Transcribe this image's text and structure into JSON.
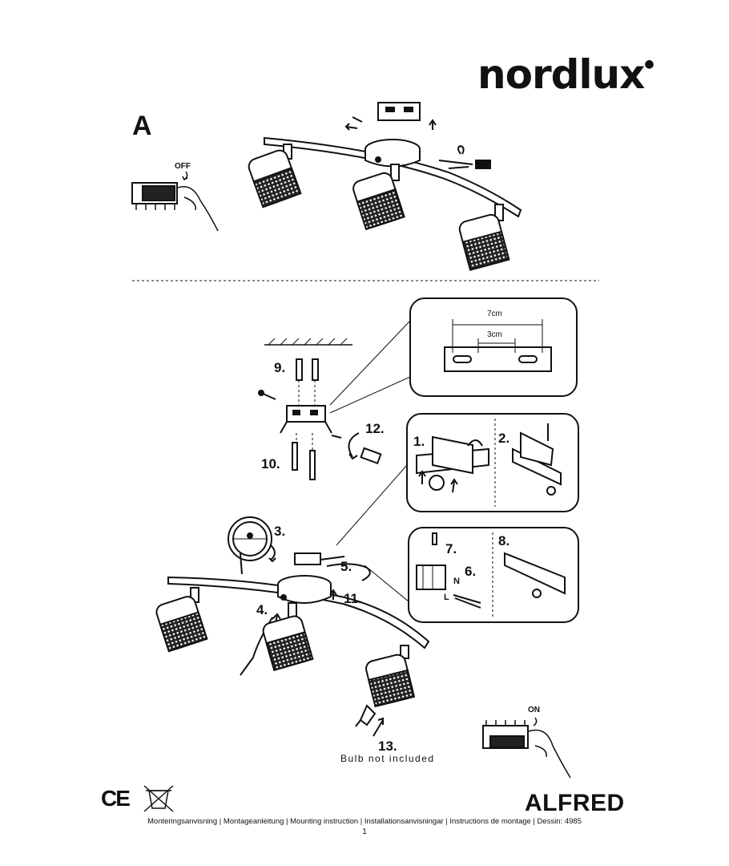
{
  "brand": "nordlux",
  "section_a": "A",
  "labels": {
    "off": "OFF",
    "on": "ON",
    "dim_7": "7cm",
    "dim_3": "3cm",
    "step_1": "1.",
    "step_2": "2.",
    "step_3": "3.",
    "step_4": "4.",
    "step_5": "5.",
    "step_6": "6.",
    "step_7": "7.",
    "step_8": "8.",
    "step_9": "9.",
    "step_10": "10.",
    "step_11": "11.",
    "step_12": "12.",
    "step_13": "13.",
    "wire_n": "N",
    "wire_l": "L",
    "bulb_note": "Bulb not included"
  },
  "cert": "CE",
  "product_name": "ALFRED",
  "footer_text": "Monteringsanvisning | Montageanleitung | Mounting instruction | Installationsanvisningar | Instructions de montage | Dessin: 4985",
  "page_number": "1"
}
